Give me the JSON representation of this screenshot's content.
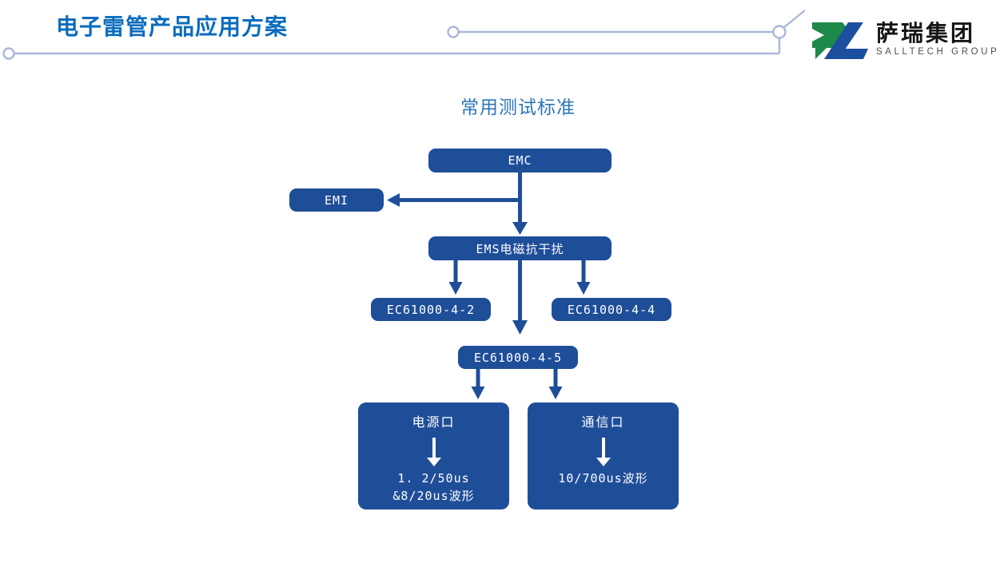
{
  "header": {
    "title": "电子雷管产品应用方案"
  },
  "logo": {
    "company_cn": "萨瑞集团",
    "company_en": "SALLTECH GROUP",
    "green": "#1e8a49",
    "blue": "#1c4f9e"
  },
  "diagram": {
    "title": "常用测试标准",
    "colors": {
      "node_fill": "#1f4e99",
      "node_text": "#ffffff",
      "arrow": "#1f4e99",
      "page_title": "#0b6cbe",
      "diagram_title": "#2e75b6",
      "decor_line": "#a9b7da"
    },
    "nodes": {
      "emc": {
        "label": "EMC"
      },
      "emi": {
        "label": "EMI"
      },
      "ems": {
        "label": "EMS电磁抗干扰"
      },
      "iec2": {
        "label": "EC61000-4-2"
      },
      "iec4": {
        "label": "EC61000-4-4"
      },
      "iec5": {
        "label": "EC61000-4-5"
      },
      "power_port": {
        "title": "电源口",
        "lines": [
          "1. 2/50us",
          "&8/20us波形"
        ]
      },
      "comm_port": {
        "title": "通信口",
        "lines": [
          "10/700us波形"
        ]
      }
    }
  }
}
